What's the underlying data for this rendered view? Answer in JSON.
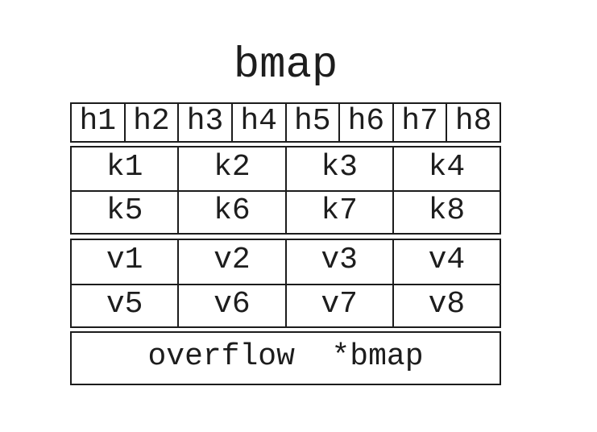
{
  "title": "bmap",
  "table": {
    "header_cells": [
      "h1",
      "h2",
      "h3",
      "h4",
      "h5",
      "h6",
      "h7",
      "h8"
    ],
    "key_rows": [
      [
        "k1",
        "k2",
        "k3",
        "k4"
      ],
      [
        "k5",
        "k6",
        "k7",
        "k8"
      ]
    ],
    "value_rows": [
      [
        "v1",
        "v2",
        "v3",
        "v4"
      ],
      [
        "v5",
        "v6",
        "v7",
        "v8"
      ]
    ],
    "overflow_label": "overflow  *bmap"
  },
  "colors": {
    "border": "#1c1c1c",
    "text": "#1d1d1d",
    "background": "#ffffff"
  }
}
